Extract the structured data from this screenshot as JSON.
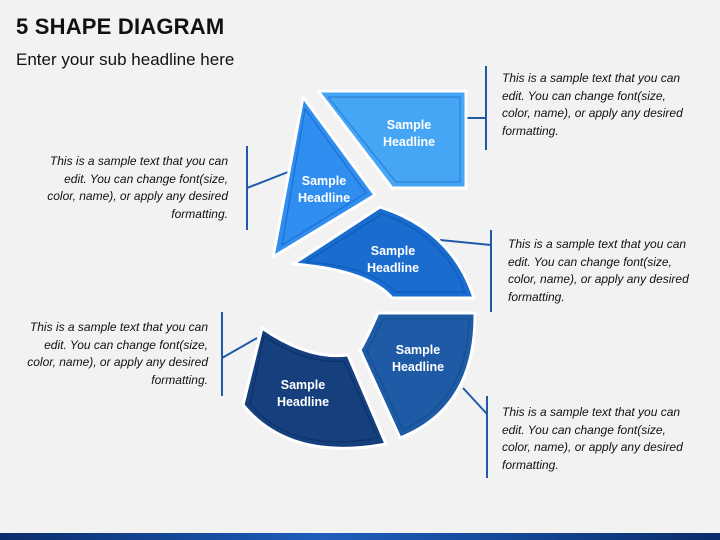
{
  "title": "5 SHAPE DIAGRAM",
  "subtitle": "Enter your sub headline here",
  "colors": {
    "shape1": "#44a6f5",
    "shape2": "#2f8ef0",
    "shape3": "#1a6dcf",
    "shape4": "#1e5aa5",
    "shape5": "#163f7d",
    "outline": "#ffffff",
    "connector": "#1f5aa8"
  },
  "shapes": [
    {
      "headline_line1": "Sample",
      "headline_line2": "Headline"
    },
    {
      "headline_line1": "Sample",
      "headline_line2": "Headline"
    },
    {
      "headline_line1": "Sample",
      "headline_line2": "Headline"
    },
    {
      "headline_line1": "Sample",
      "headline_line2": "Headline"
    },
    {
      "headline_line1": "Sample",
      "headline_line2": "Headline"
    }
  ],
  "descriptions": [
    {
      "text": "This is a sample text that you can edit. You can change font(size, color, name), or apply any desired formatting."
    },
    {
      "text": "This is a sample text that you can edit. You can change font(size, color, name), or apply any desired formatting."
    },
    {
      "text": "This is a sample text that you can edit. You can change font(size, color, name), or apply any desired formatting."
    },
    {
      "text": "This is a sample text that you can edit. You can change font(size, color, name), or apply any desired formatting."
    },
    {
      "text": "This is a sample text that you can edit. You can change font(size, color, name), or apply any desired formatting."
    }
  ]
}
